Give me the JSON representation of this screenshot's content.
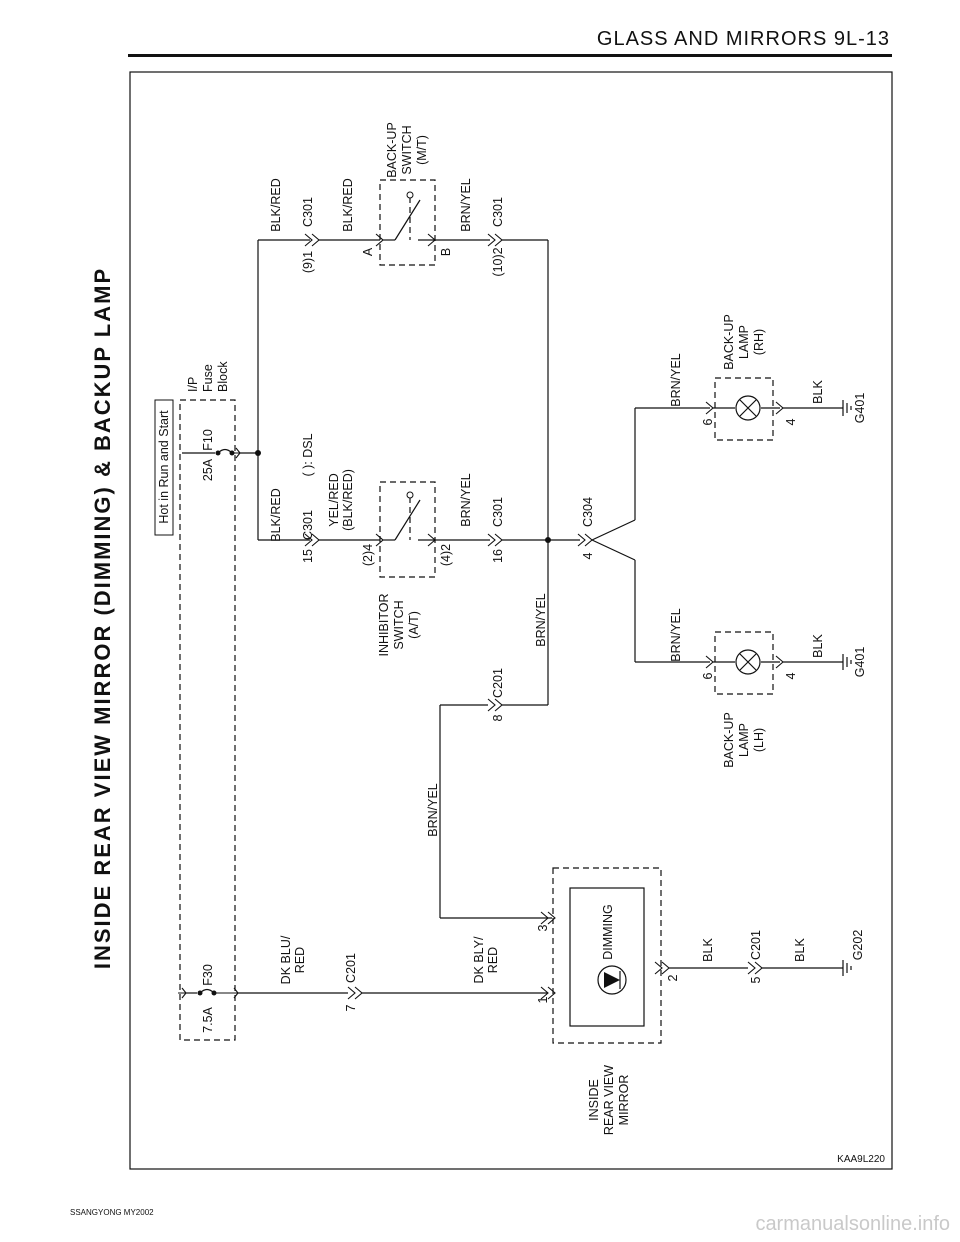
{
  "header": {
    "text": "GLASS AND MIRRORS  9L-13"
  },
  "footer": {
    "left": "SSANGYONG  MY2002",
    "right": "carmanualsonline.info"
  },
  "diagram": {
    "title": "INSIDE REAR VIEW MIRROR (DIMMING) & BACKUP LAMP",
    "code": "KAA9L220",
    "hot_box": "Hot in Run and Start",
    "fuse_block": [
      "I/P",
      "Fuse",
      "Block"
    ],
    "fuse_f10": {
      "name": "F10",
      "rating": "25A"
    },
    "fuse_f30": {
      "name": "F30",
      "rating": "7.5A"
    },
    "dsl_note": "( ): DSL",
    "wires": {
      "blk_red": "BLK/RED",
      "yel_red": "YEL/RED",
      "yel_red_dsl": "(BLK/RED)",
      "brn_yel": "BRN/YEL",
      "dk_blu_red_1": "DK BLU/",
      "dk_blu_red_2": "RED",
      "dk_bly_red_1": "DK BLY/",
      "dk_bly_red_2": "RED",
      "blk": "BLK"
    },
    "connectors": {
      "c301": "C301",
      "c201": "C201",
      "c304": "C304",
      "g401": "G401",
      "g202": "G202"
    },
    "pins": {
      "p15": "15",
      "p16": "16",
      "p24": "(2)4",
      "p42": "(4)2",
      "p91": "(9)1",
      "p102": "(10)2",
      "p8": "8",
      "p7": "7",
      "p5": "5",
      "p4": "4",
      "p6": "6",
      "p1": "1",
      "p2": "2",
      "p3": "3",
      "pA": "A",
      "pB": "B"
    },
    "inhibitor_switch": [
      "INHIBITOR",
      "SWITCH",
      "(A/T)"
    ],
    "backup_switch": [
      "BACK-UP",
      "SWITCH",
      "(M/T)"
    ],
    "lamp_rh": [
      "BACK-UP",
      "LAMP",
      "(RH)"
    ],
    "lamp_lh": [
      "BACK-UP",
      "LAMP",
      "(LH)"
    ],
    "mirror": [
      "INSIDE",
      "REAR VIEW",
      "MIRROR"
    ],
    "dimming": "DIMMING"
  }
}
